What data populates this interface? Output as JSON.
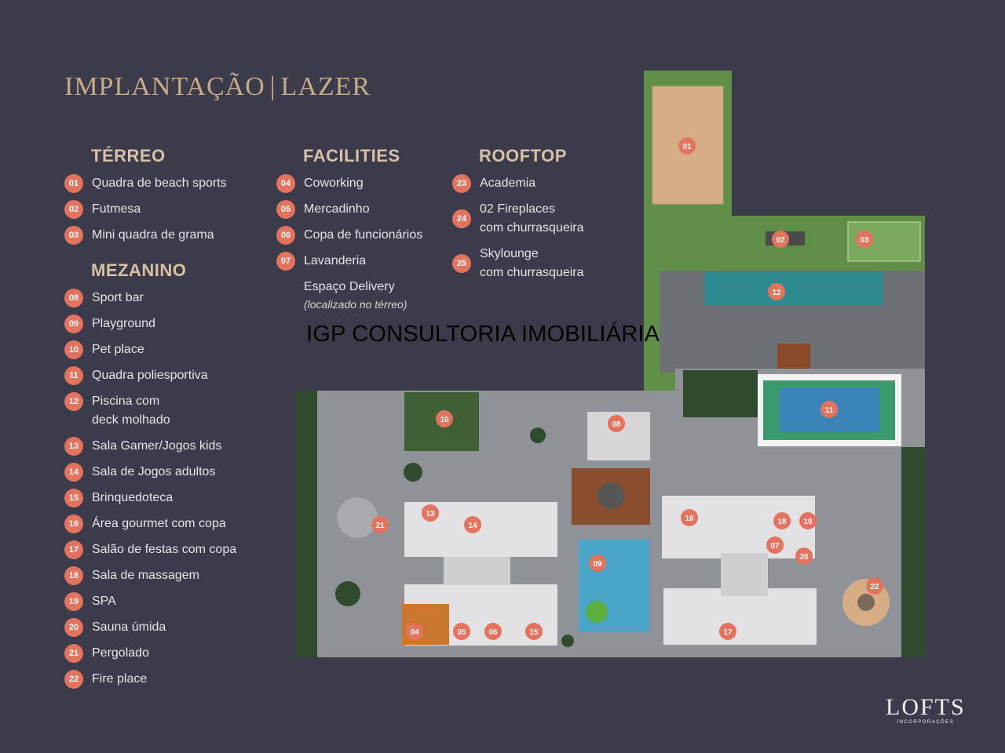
{
  "title": {
    "left": "IMPLANTAÇÃO",
    "sep": "|",
    "right": "LAZER"
  },
  "sections": {
    "terreo": {
      "heading": "TÉRREO",
      "items": [
        {
          "num": "01",
          "label": "Quadra de beach sports"
        },
        {
          "num": "02",
          "label": "Futmesa"
        },
        {
          "num": "03",
          "label": "Mini quadra de grama"
        }
      ]
    },
    "mezanino": {
      "heading": "MEZANINO",
      "items": [
        {
          "num": "08",
          "label": "Sport bar"
        },
        {
          "num": "09",
          "label": "Playground"
        },
        {
          "num": "10",
          "label": "Pet place"
        },
        {
          "num": "11",
          "label": "Quadra poliesportiva"
        },
        {
          "num": "12",
          "label": "Piscina com",
          "label2": "deck molhado"
        },
        {
          "num": "13",
          "label": "Sala Gamer/Jogos kids"
        },
        {
          "num": "14",
          "label": "Sala de Jogos adultos"
        },
        {
          "num": "15",
          "label": "Brinquedoteca"
        },
        {
          "num": "16",
          "label": "Área gourmet com copa"
        },
        {
          "num": "17",
          "label": "Salão de festas com copa"
        },
        {
          "num": "18",
          "label": "Sala de massagem"
        },
        {
          "num": "19",
          "label": "SPA"
        },
        {
          "num": "20",
          "label": "Sauna úmida"
        },
        {
          "num": "21",
          "label": "Pergolado"
        },
        {
          "num": "22",
          "label": "Fire place"
        }
      ]
    },
    "facilities": {
      "heading": "FACILITIES",
      "items": [
        {
          "num": "04",
          "label": "Coworking"
        },
        {
          "num": "05",
          "label": "Mercadinho"
        },
        {
          "num": "06",
          "label": "Copa de funcionários"
        },
        {
          "num": "07",
          "label": "Lavanderia"
        }
      ],
      "note": "Espaço Delivery",
      "note_sub": "(localizado no térreo)"
    },
    "rooftop": {
      "heading": "ROOFTOP",
      "items": [
        {
          "num": "23",
          "label": "Academia"
        },
        {
          "num": "24",
          "label": "02 Fireplaces",
          "label2": "com churrasqueira"
        },
        {
          "num": "25",
          "label": "Skylounge",
          "label2": "com churrasqueira"
        }
      ]
    }
  },
  "watermark": "IGP CONSULTORIA IMOBILIÁRIA",
  "logo": {
    "name": "LOFTS",
    "sub": "INCORPORAÇÕES"
  },
  "map_markers": [
    "01",
    "02",
    "03",
    "04",
    "05",
    "06",
    "07",
    "08",
    "09",
    "10",
    "11",
    "12",
    "13",
    "14",
    "15",
    "16",
    "17",
    "18",
    "19",
    "20",
    "21",
    "22"
  ],
  "colors": {
    "background": "#3b3b4b",
    "accent": "#e4735d",
    "heading": "#d9c1a4",
    "title": "#c7ab86"
  }
}
